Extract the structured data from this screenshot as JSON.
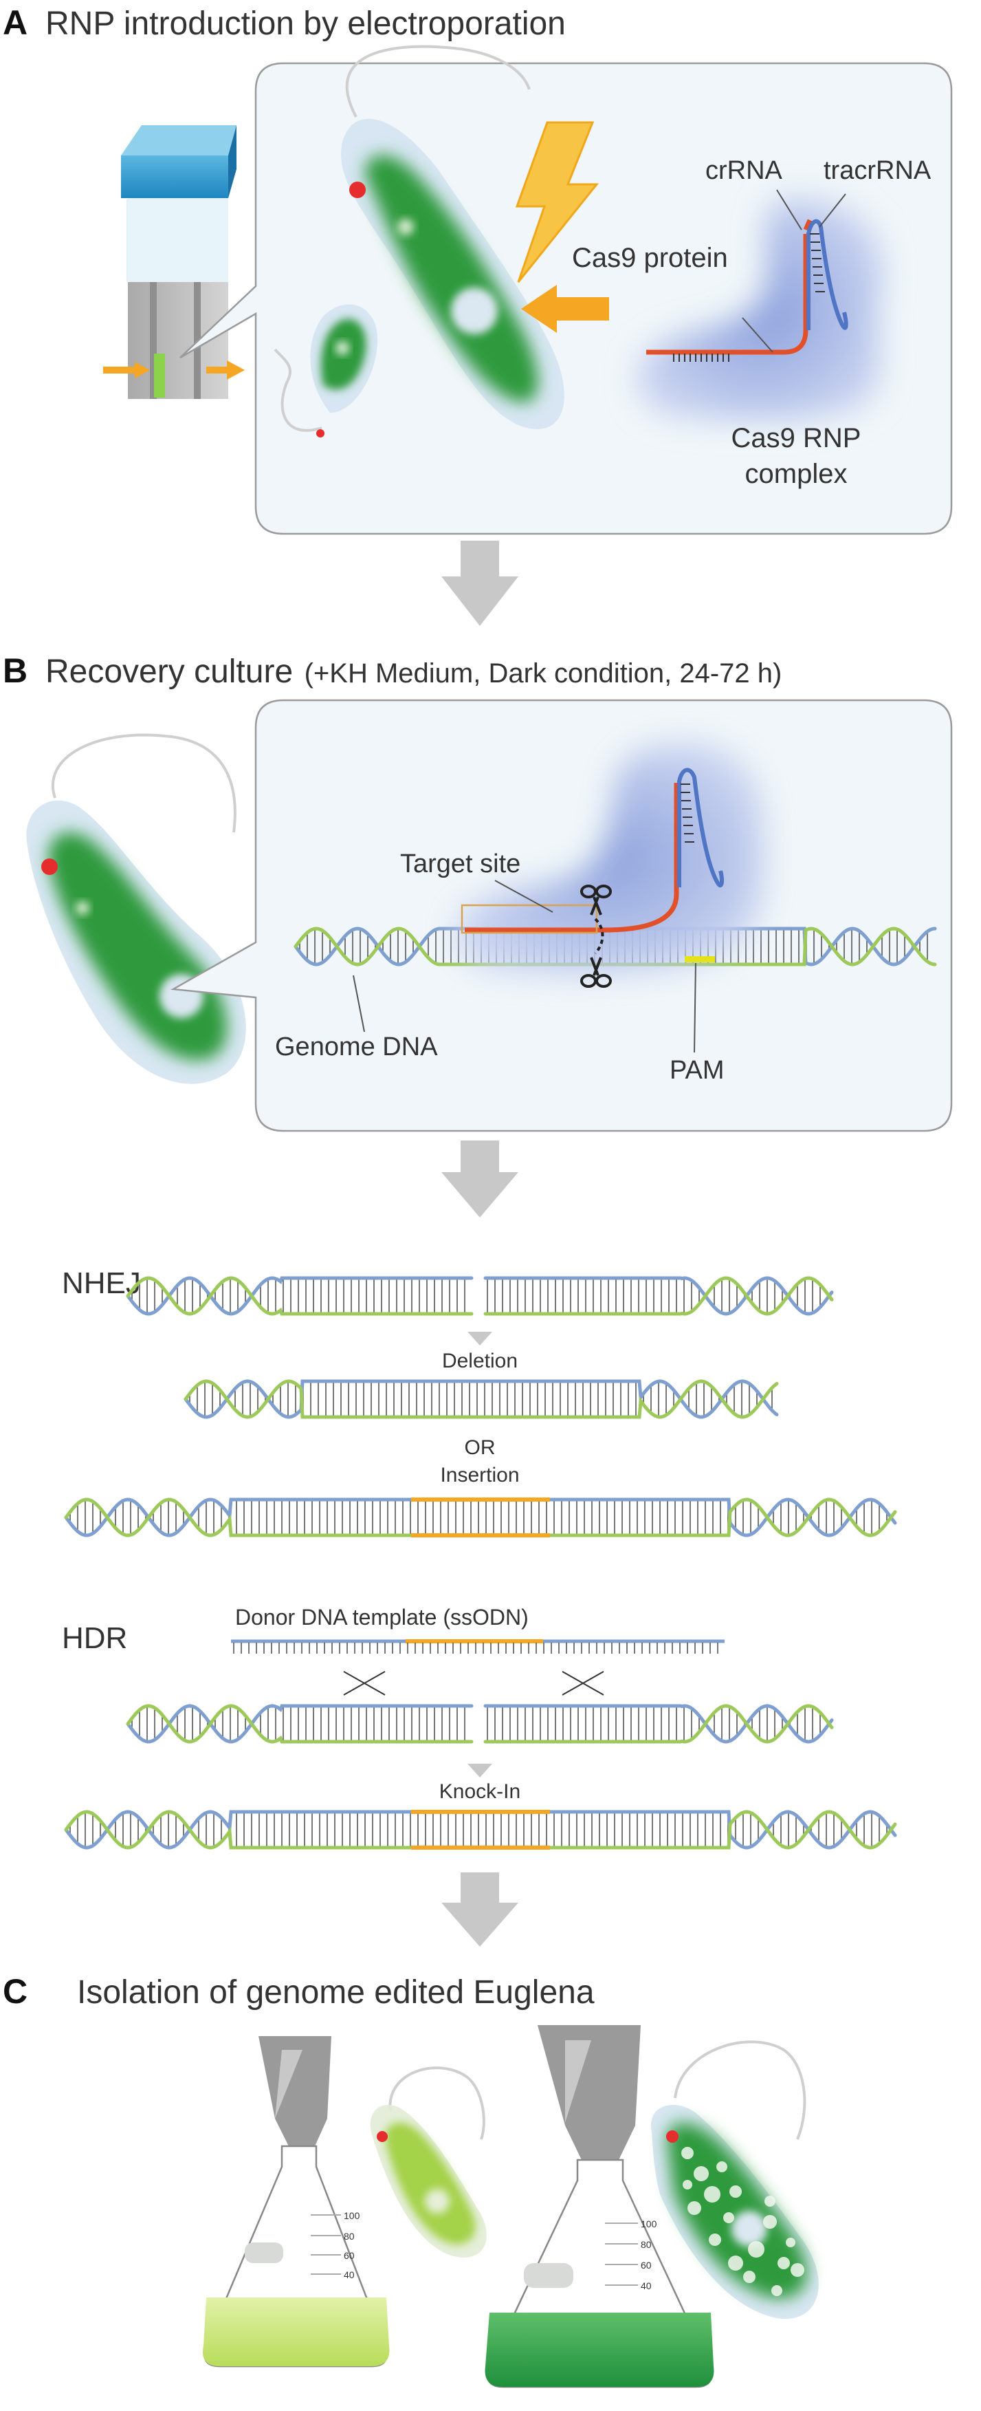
{
  "panels": {
    "a": {
      "letter": "A",
      "title": "RNP introduction by electroporation",
      "crrna": "crRNA",
      "tracrrna": "tracrRNA",
      "cas9_protein": "Cas9 protein",
      "rnp_line1": "Cas9 RNP",
      "rnp_line2": "complex"
    },
    "b": {
      "letter": "B",
      "title": "Recovery culture",
      "conditions": "(+KH Medium, Dark condition, 24-72 h)",
      "target_site": "Target site",
      "genome_dna": "Genome DNA",
      "pam": "PAM"
    },
    "nhej": {
      "label": "NHEJ",
      "deletion": "Deletion",
      "or": "OR",
      "insertion": "Insertion"
    },
    "hdr": {
      "label": "HDR",
      "donor": "Donor DNA template (ssODN)",
      "knockin": "Knock-In"
    },
    "c": {
      "letter": "C",
      "title": "Isolation of genome edited Euglena",
      "flask1_marks": [
        "100",
        "80",
        "60",
        "40"
      ],
      "flask2_marks": [
        "100",
        "80",
        "60",
        "40"
      ]
    }
  },
  "colors": {
    "dna_blue": "#7f9fd0",
    "dna_green": "#9cc95a",
    "guide_red": "#e2502a",
    "tracr_blue": "#4f75c4",
    "arrow_orange": "#f5a623",
    "insert_orange": "#f5a623",
    "grey_arrow": "#c8c8c8",
    "euglena_green": "#2f9a3d",
    "pam_yellow": "#e6e21a"
  }
}
